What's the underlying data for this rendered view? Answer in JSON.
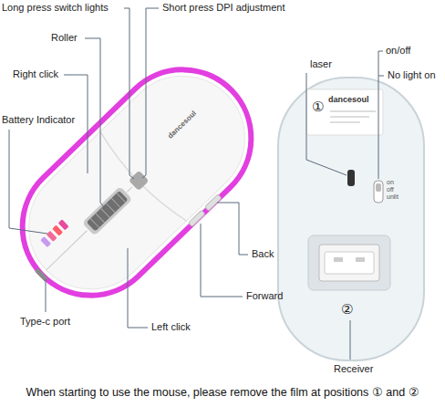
{
  "diagram": {
    "caption": "When starting to use the mouse, please remove the film at positions ① and ②",
    "labels": [
      "Long press switch lights",
      "Short press DPI adjustment",
      "Roller",
      "Right click",
      "Battery Indicator",
      "Back",
      "Forward",
      "Type-c port",
      "Left click",
      "dancesoul",
      "laser",
      "on/off",
      "No light on",
      "①",
      "dancesoul",
      "on",
      "off",
      "unlit",
      "②",
      "Receiver"
    ]
  }
}
